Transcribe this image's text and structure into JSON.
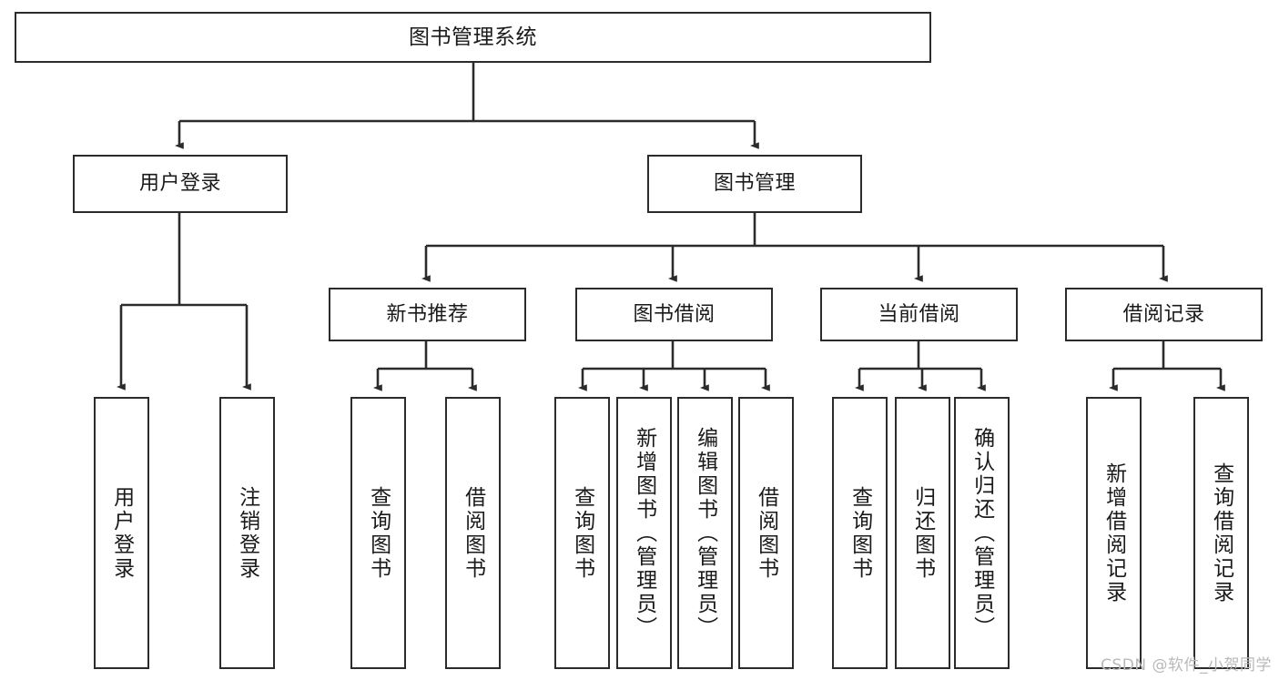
{
  "diagram": {
    "title": "图书管理系统",
    "watermark": "CSDN @软件_小贺同学",
    "line_color": "#2b2b2b",
    "box_fill": "#ffffff",
    "text_color": "#1a1a1a",
    "nodes": {
      "root": "图书管理系统",
      "user_login": "用户登录",
      "book_manage": "图书管理",
      "new_book_rec": "新书推荐",
      "book_borrow": "图书借阅",
      "current_borrow": "当前借阅",
      "borrow_record": "借阅记录",
      "leaf_user_login": "用户登录",
      "leaf_logout": "注销登录",
      "leaf_query_book_1": "查询图书",
      "leaf_borrow_book_1": "借阅图书",
      "leaf_query_book_2": "查询图书",
      "leaf_add_book": "新增图书（管理员）",
      "leaf_edit_book": "编辑图书（管理员）",
      "leaf_borrow_book_2": "借阅图书",
      "leaf_query_book_3": "查询图书",
      "leaf_return_book": "归还图书",
      "leaf_confirm_return": "确认归还（管理员）",
      "leaf_add_record": "新增借阅记录",
      "leaf_query_record": "查询借阅记录"
    }
  }
}
